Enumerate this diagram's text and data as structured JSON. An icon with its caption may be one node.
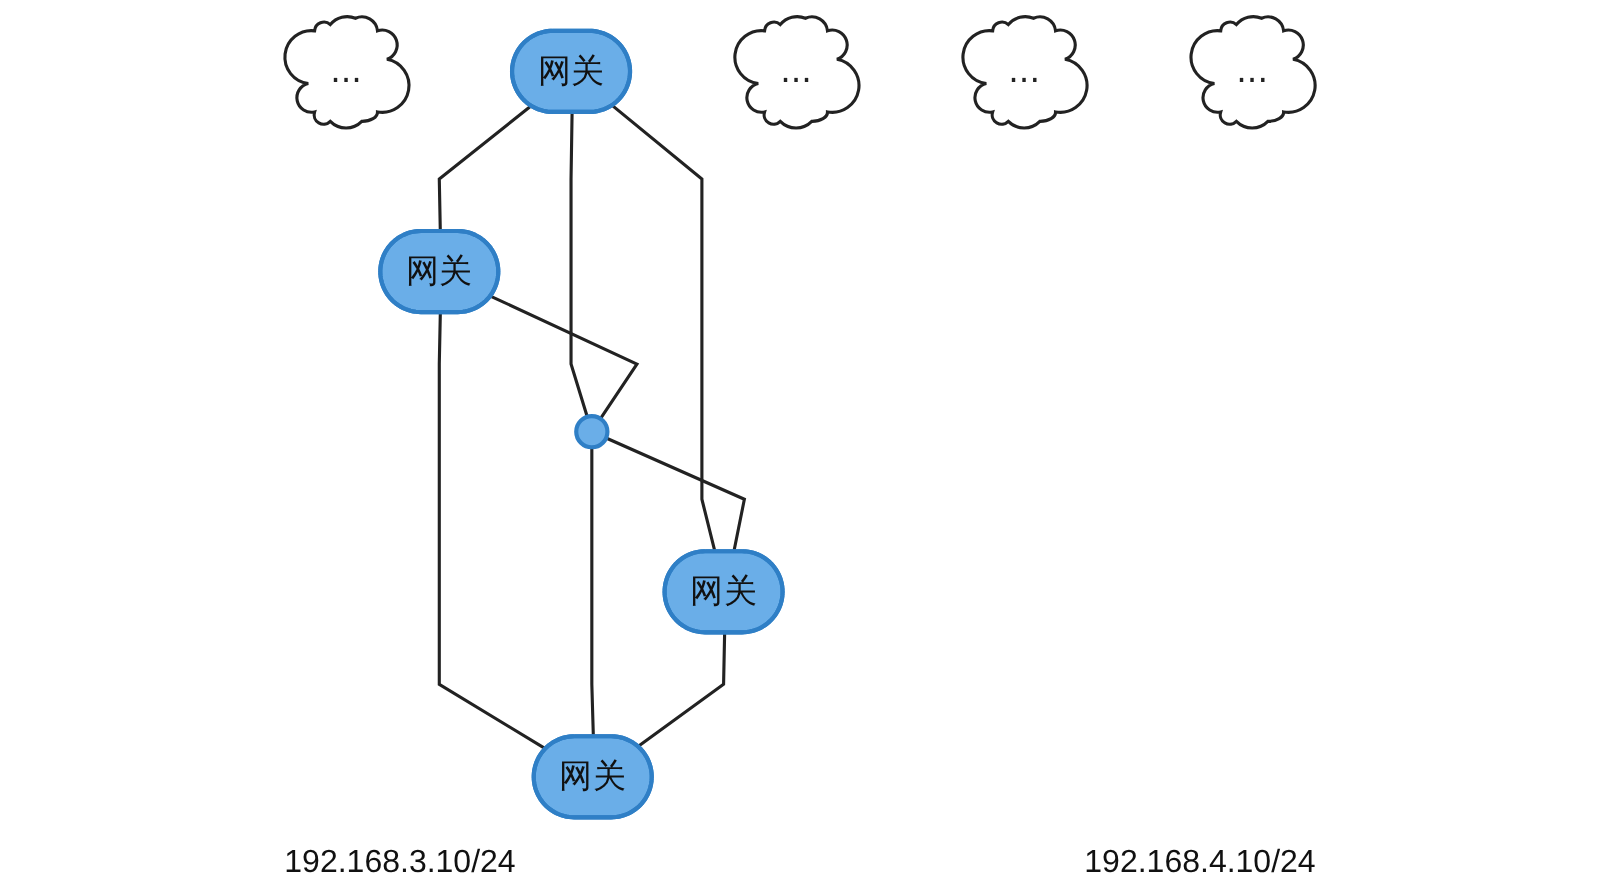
{
  "diagram": {
    "nodes": [
      {
        "text": [
          "..."
        ]
      },
      {
        "text": [
          "网关"
        ]
      },
      {
        "text": [
          "网关"
        ]
      },
      {
        "text": [
          "..."
        ]
      },
      {
        "text": [],
        "shape": "circle"
      },
      {
        "text": [
          "..."
        ]
      },
      {
        "text": [
          "网关"
        ]
      },
      {
        "text": [
          "网关"
        ]
      },
      {
        "text": [
          "..."
        ]
      }
    ],
    "edges": [
      {
        "from": 1,
        "to": 2,
        "arrow": "none"
      },
      {
        "from": 1,
        "to": 6,
        "arrow": "none"
      },
      {
        "from": 1,
        "to": 4,
        "arrow": "none"
      },
      {
        "from": 2,
        "to": 4,
        "arrow": "none"
      },
      {
        "from": 2,
        "to": 7,
        "arrow": "none"
      },
      {
        "from": 4,
        "to": 6,
        "arrow": "none"
      },
      {
        "from": 4,
        "to": 7,
        "arrow": "none"
      },
      {
        "from": 6,
        "to": 7,
        "arrow": "none"
      }
    ],
    "labels": [
      "192.168.3.10/24",
      "192.168.4.10/24"
    ]
  }
}
